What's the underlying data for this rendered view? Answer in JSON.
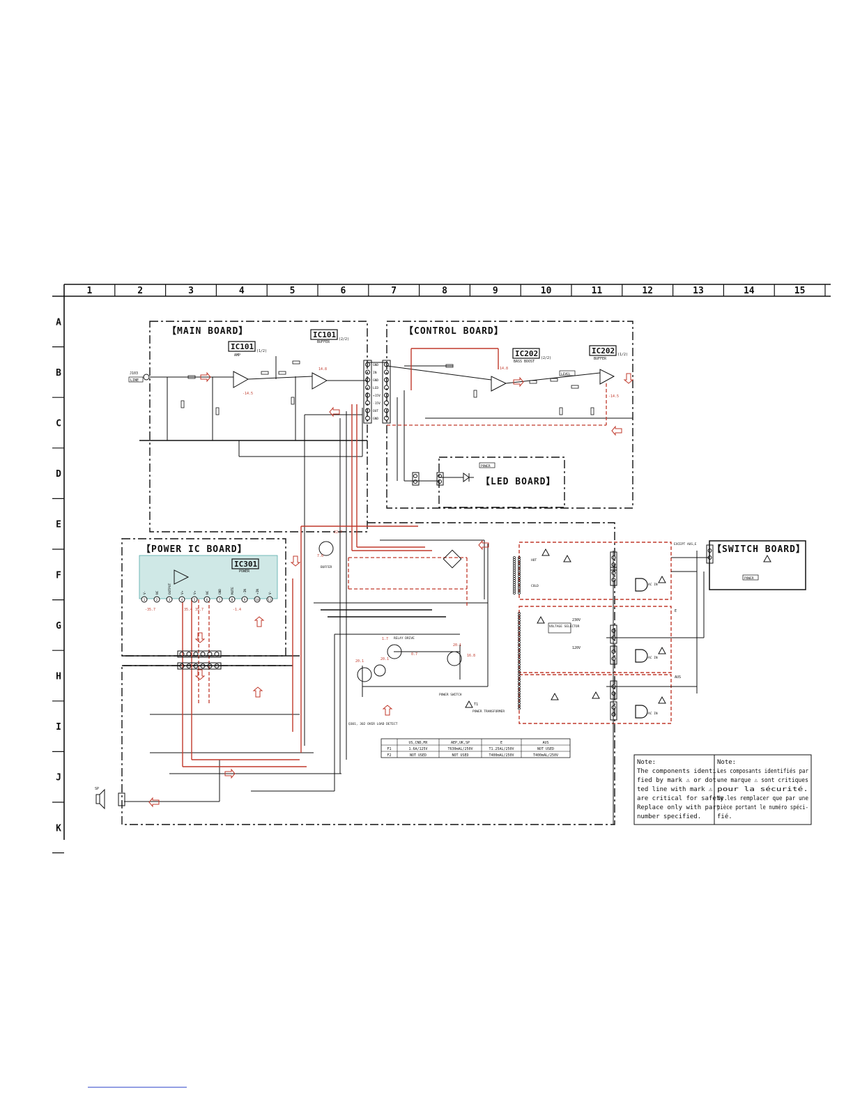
{
  "grid": {
    "columns": [
      "1",
      "2",
      "3",
      "4",
      "5",
      "6",
      "7",
      "8",
      "9",
      "10",
      "11",
      "12",
      "13",
      "14",
      "15"
    ],
    "rows": [
      "A",
      "B",
      "C",
      "D",
      "E",
      "F",
      "G",
      "H",
      "I",
      "J",
      "K"
    ]
  },
  "boards": {
    "main": "【MAIN BOARD】",
    "control": "【CONTROL BOARD】",
    "led": "【LED BOARD】",
    "power_ic": "【POWER IC BOARD】",
    "switch": "【SWITCH BOARD】"
  },
  "ics": {
    "ic101_amp": {
      "label": "IC101",
      "part": "(1/2)",
      "desc": "AMP"
    },
    "ic101_buffer": {
      "label": "IC101",
      "part": "(2/2)",
      "desc": "BUFFER"
    },
    "ic202_bass": {
      "label": "IC202",
      "part": "(2/2)",
      "desc": "BASS BOOST"
    },
    "ic202_buffer": {
      "label": "IC202",
      "part": "(1/2)",
      "desc": "BUFFER"
    },
    "ic301": {
      "label": "IC301",
      "desc": "POWER"
    }
  },
  "jack": {
    "ref": "J103",
    "name": "LINE"
  },
  "ic301_pins": [
    "V-",
    "NC",
    "OUTPUT",
    "V+",
    "V+",
    "NC",
    "GND",
    "MUTE",
    "-IN",
    "+IN",
    "V-"
  ],
  "ic301_pin_numbers": [
    "1",
    "2",
    "3",
    "4",
    "5",
    "6",
    "7",
    "8",
    "9",
    "10",
    "11"
  ],
  "voltages": {
    "v1": "14.8",
    "v2": "-14.5",
    "v3": "14.8",
    "v4": "-14.5",
    "v5": "22.7",
    "v6": "7.6",
    "v7": "-35.7",
    "v8": "35.4",
    "v9": "35.7",
    "v10": "-1.4",
    "v11": "1.7",
    "v12": "20.1",
    "v13": "20.1",
    "v14": "0.7",
    "v15": "16.8",
    "v16": "20.1"
  },
  "connector_pins": [
    "GND",
    "IN",
    "GND",
    "LED",
    "+15V",
    "-15V",
    "OUT",
    "GND"
  ],
  "labels": {
    "led_d": "POWER",
    "level": "LEVEL",
    "buffer_q": "BUFFER",
    "relay": "RELAY DRIVE",
    "power_switch": "POWER SWITCH",
    "transformer": "POWER TRANSFORMER",
    "overload": "Q301, 302 OVER LOAD DETECT",
    "voltage_selector": "VOLTAGE SELECTOR",
    "v230": "230V",
    "v120": "120V",
    "except": "EXCEPT AUS,E",
    "e": "E",
    "aus": "AUS",
    "ac_in": "AC IN",
    "hot": "HOT",
    "cold": "COLD",
    "sp": "SP",
    "switch_power": "POWER",
    "t1": "T1"
  },
  "fuse_table": {
    "headers": [
      "",
      "US,CND,MX",
      "AEP,UK,SP",
      "E",
      "AUS"
    ],
    "rows": [
      [
        "F1",
        "1.6A/125V",
        "T630mAL/250V",
        "T1.25AL/250V",
        "NOT USED"
      ],
      [
        "F2",
        "NOT USED",
        "NOT USED",
        "T400mAL/250V",
        "T400mAL/250V"
      ]
    ]
  },
  "notes": {
    "en": [
      "Note:",
      "The components identi-",
      "fied by mark ⚠ or dot-",
      "ted line with mark ⚠",
      "are critical for safety.",
      "Replace only with part",
      "number specified."
    ],
    "fr": [
      "Note:",
      "Les composants identifiés par",
      "une marque ⚠ sont critiques",
      "pour la sécurité.",
      "Ne les remplacer que par une",
      "pièce portant le numéro spéci-",
      "fié."
    ]
  }
}
